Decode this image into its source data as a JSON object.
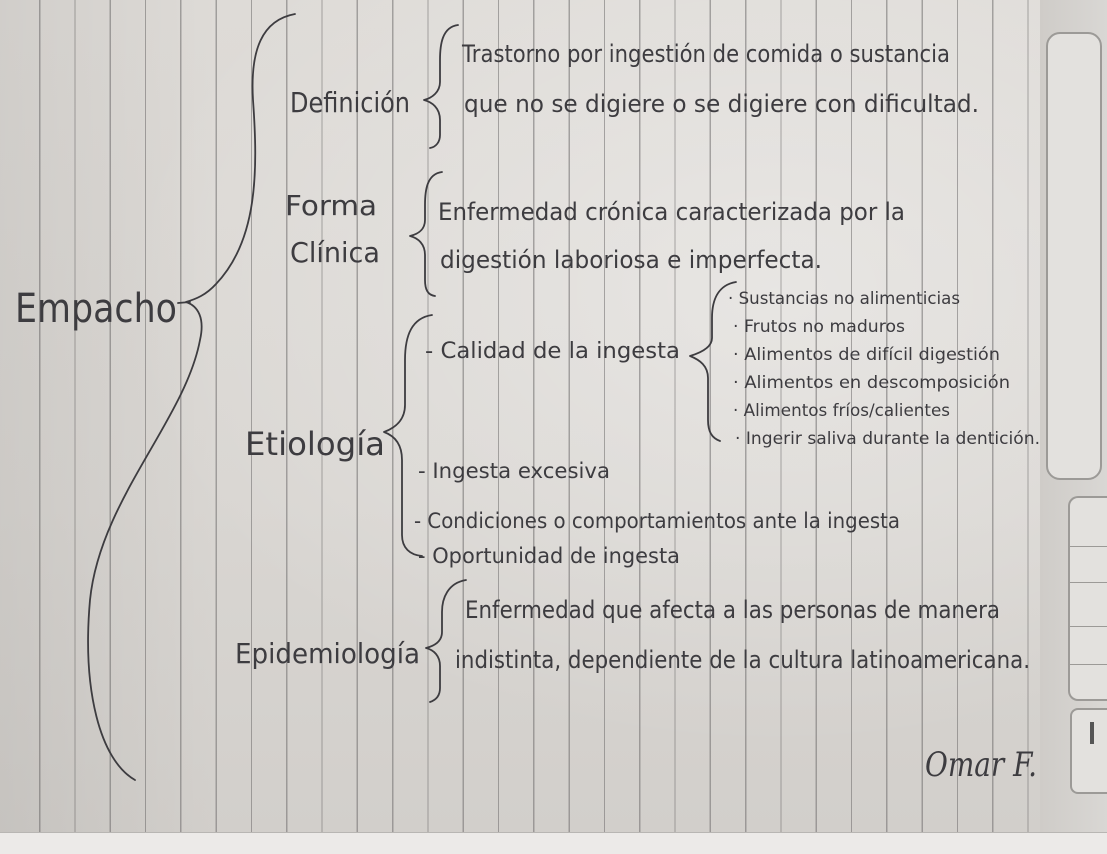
{
  "topic": "Empacho",
  "definicion": {
    "heading": "Definición",
    "lines": [
      "Trastorno por ingestión de comida o sustancia",
      "que no se digiere o se digiere con dificultad."
    ]
  },
  "forma_clinica": {
    "heading_lines": [
      "Forma",
      "Clínica"
    ],
    "lines": [
      "Enfermedad crónica caracterizada por la",
      "digestión laboriosa e imperfecta."
    ]
  },
  "etiologia": {
    "heading": "Etiología",
    "calidad": {
      "label": "- Calidad de la ingesta",
      "items": [
        "· Sustancias no alimenticias",
        "· Frutos no maduros",
        "· Alimentos de difícil digestión",
        "· Alimentos en descomposición",
        "· Alimentos fríos/calientes",
        "· Ingerir saliva durante la dentición."
      ]
    },
    "other_items": [
      "- Ingesta excesiva",
      "- Condiciones o comportamientos ante la ingesta",
      "- Oportunidad de ingesta"
    ]
  },
  "epidemiologia": {
    "heading": "Epidemiología",
    "lines": [
      "Enfermedad que afecta a las personas de manera",
      "indistinta, dependiente de la cultura latinoamericana."
    ]
  },
  "signature": "Omar F.",
  "colors": {
    "ink": "#3d3c40",
    "paper": "#dcd9d5",
    "rule": "#8f8d8c"
  }
}
